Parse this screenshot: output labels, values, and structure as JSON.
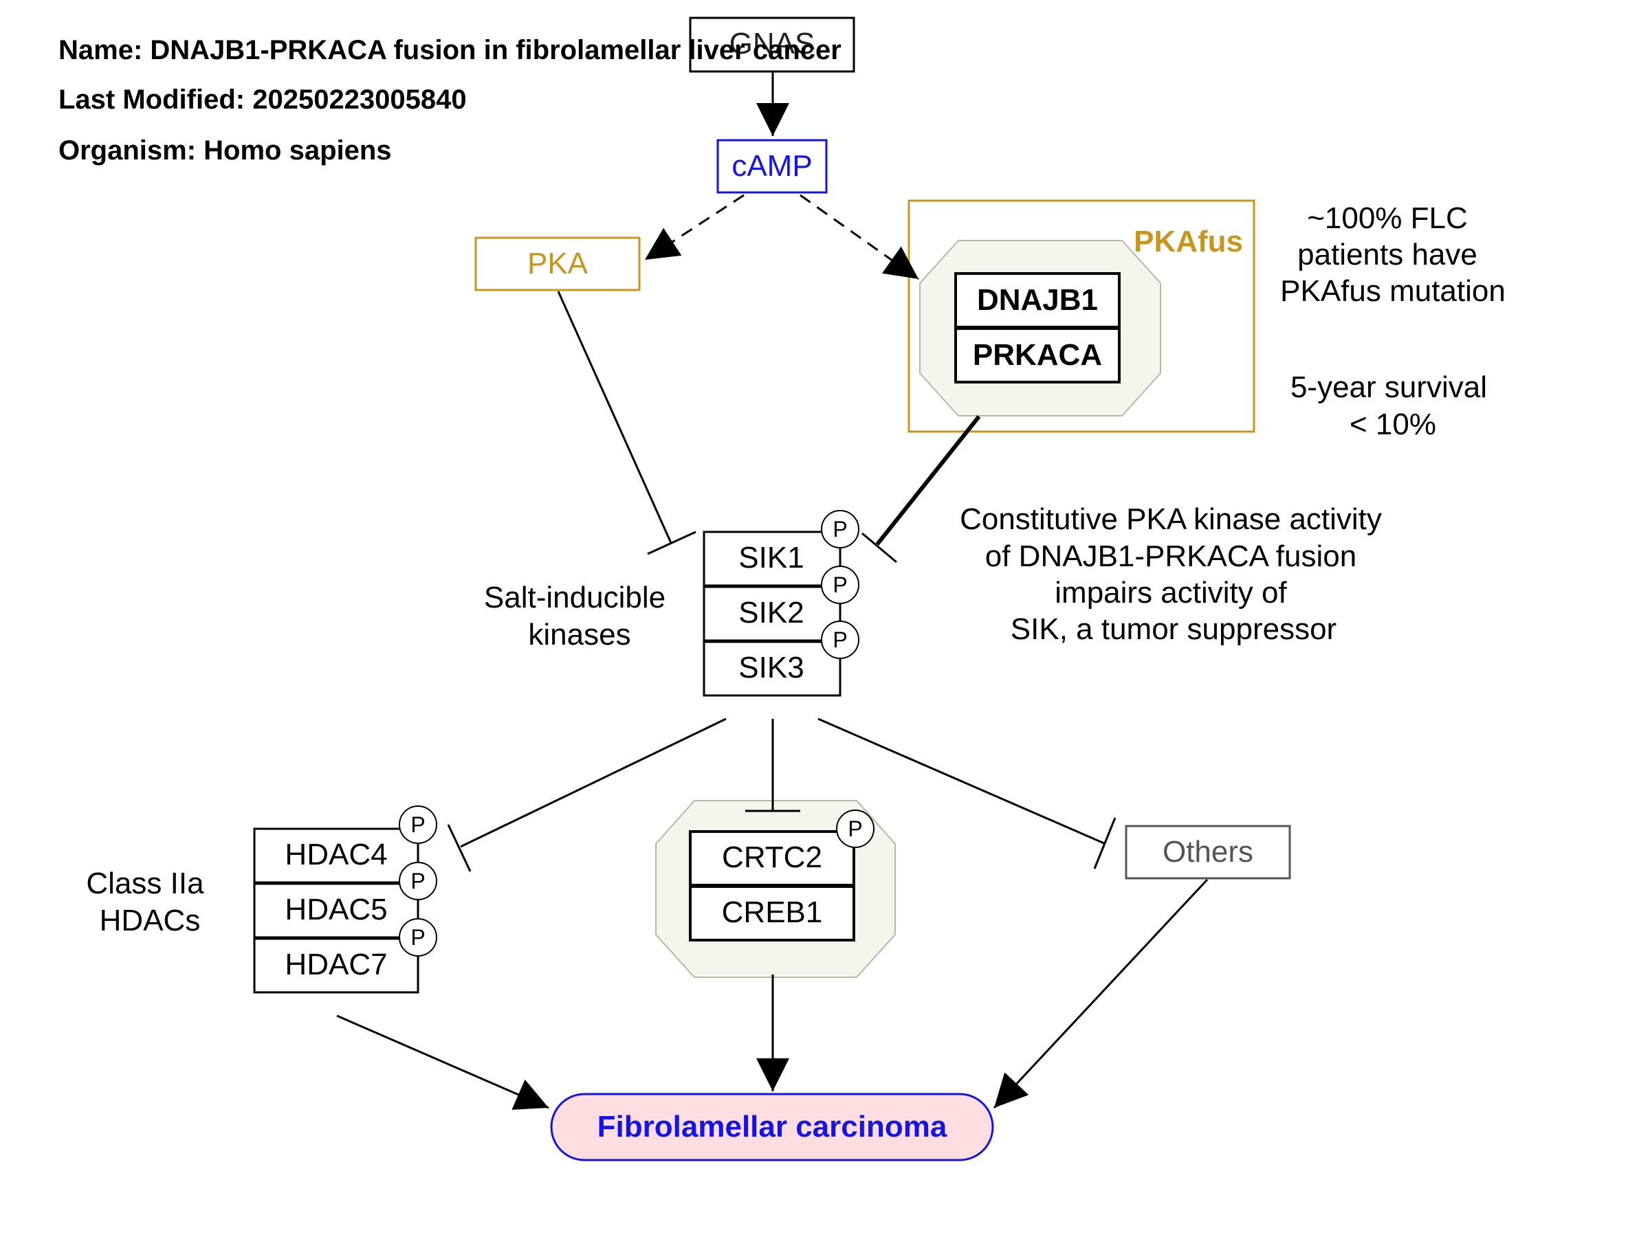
{
  "header": {
    "name": "Name: DNAJB1-PRKACA fusion in fibrolamellar liver cancer",
    "last_modified": "Last Modified: 20250223005840",
    "organism": "Organism: Homo sapiens"
  },
  "nodes": {
    "gnas": "GNAS",
    "camp": "cAMP",
    "pka": "PKA",
    "pkafus_group": "PKAfus",
    "dnajb1": "DNAJB1",
    "prkaca": "PRKACA",
    "sik1": "SIK1",
    "sik2": "SIK2",
    "sik3": "SIK3",
    "hdac4": "HDAC4",
    "hdac5": "HDAC5",
    "hdac7": "HDAC7",
    "crtc2": "CRTC2",
    "creb1": "CREB1",
    "others": "Others",
    "disease": "Fibrolamellar carcinoma",
    "phospho": "P"
  },
  "labels": {
    "flc_line1": "~100% FLC",
    "flc_line2": "patients have",
    "flc_line3": "PKAfus mutation",
    "survival_line1": "5-year survival",
    "survival_line2": "< 10%",
    "constitutive_line1": "Constitutive PKA kinase activity",
    "constitutive_line2": "of DNAJB1-PRKACA fusion",
    "constitutive_line3": "impairs activity of",
    "constitutive_line4": "SIK, a tumor suppressor",
    "sik_label_line1": "Salt-inducible",
    "sik_label_line2": "kinases",
    "hdac_label_line1": "Class IIa",
    "hdac_label_line2": "HDACs"
  },
  "colors": {
    "metabolite": "#1414e6",
    "group_border": "#c8961e",
    "complex_fill": "#f5f5ee",
    "disease_fill": "#ffdde0",
    "disease_text": "#1414e6",
    "others_text": "#555555"
  }
}
